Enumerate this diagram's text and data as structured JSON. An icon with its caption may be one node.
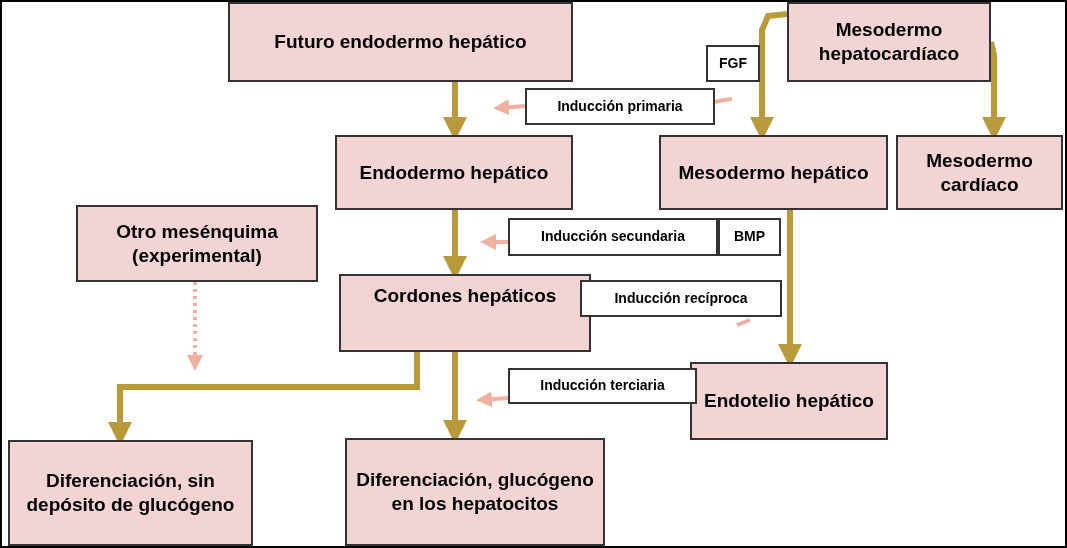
{
  "diagram": {
    "nodes": [
      {
        "text": [
          "Futuro endodermo hepático"
        ]
      },
      {
        "text": [
          "Mesodermo hepatocardíaco"
        ]
      },
      {
        "text": [
          "Endodermo hepático"
        ]
      },
      {
        "text": [
          "Mesodermo hepático"
        ]
      },
      {
        "text": [
          "Mesodermo cardíaco"
        ]
      },
      {
        "text": [
          "Otro mesénquima (experimental)"
        ]
      },
      {
        "text": [
          "Cordones hepáticos"
        ]
      },
      {
        "text": [
          "Endotelio hepático"
        ]
      },
      {
        "text": [
          "Diferenciación, sin depósito de glucógeno"
        ]
      },
      {
        "text": [
          "Diferenciación, glucógeno en los hepatocitos"
        ]
      },
      {
        "text": [
          "FGF"
        ]
      },
      {
        "text": [
          "Inducción primaria"
        ]
      },
      {
        "text": [
          "Inducción secundaria"
        ]
      },
      {
        "text": [
          "BMP"
        ]
      },
      {
        "text": [
          "Inducción recíproca"
        ]
      },
      {
        "text": [
          "Inducción terciaria"
        ]
      }
    ],
    "edges": [
      {
        "from": 0,
        "to": 2,
        "arrow": "to"
      },
      {
        "from": 1,
        "to": 3,
        "arrow": "to"
      },
      {
        "from": 1,
        "to": 4,
        "arrow": "to"
      },
      {
        "from": 2,
        "to": 6,
        "arrow": "to"
      },
      {
        "from": 3,
        "to": 7,
        "arrow": "to"
      },
      {
        "from": 6,
        "to": 8,
        "arrow": "to"
      },
      {
        "from": 6,
        "to": 9,
        "arrow": "to"
      },
      {
        "from": 5,
        "to": null,
        "arrow": "to",
        "style": "dashed",
        "color": "#f0b0a0"
      },
      {
        "from": 11,
        "to": null,
        "arrow": "to",
        "color": "#f0b0a0"
      },
      {
        "from": 11,
        "to": null,
        "arrow": "none",
        "color": "#f0b0a0"
      },
      {
        "from": 12,
        "to": null,
        "arrow": "to",
        "color": "#f0b0a0"
      },
      {
        "from": 14,
        "to": null,
        "arrow": "none",
        "color": "#f0b0a0"
      },
      {
        "from": 15,
        "to": null,
        "arrow": "to",
        "color": "#f0b0a0"
      }
    ]
  }
}
